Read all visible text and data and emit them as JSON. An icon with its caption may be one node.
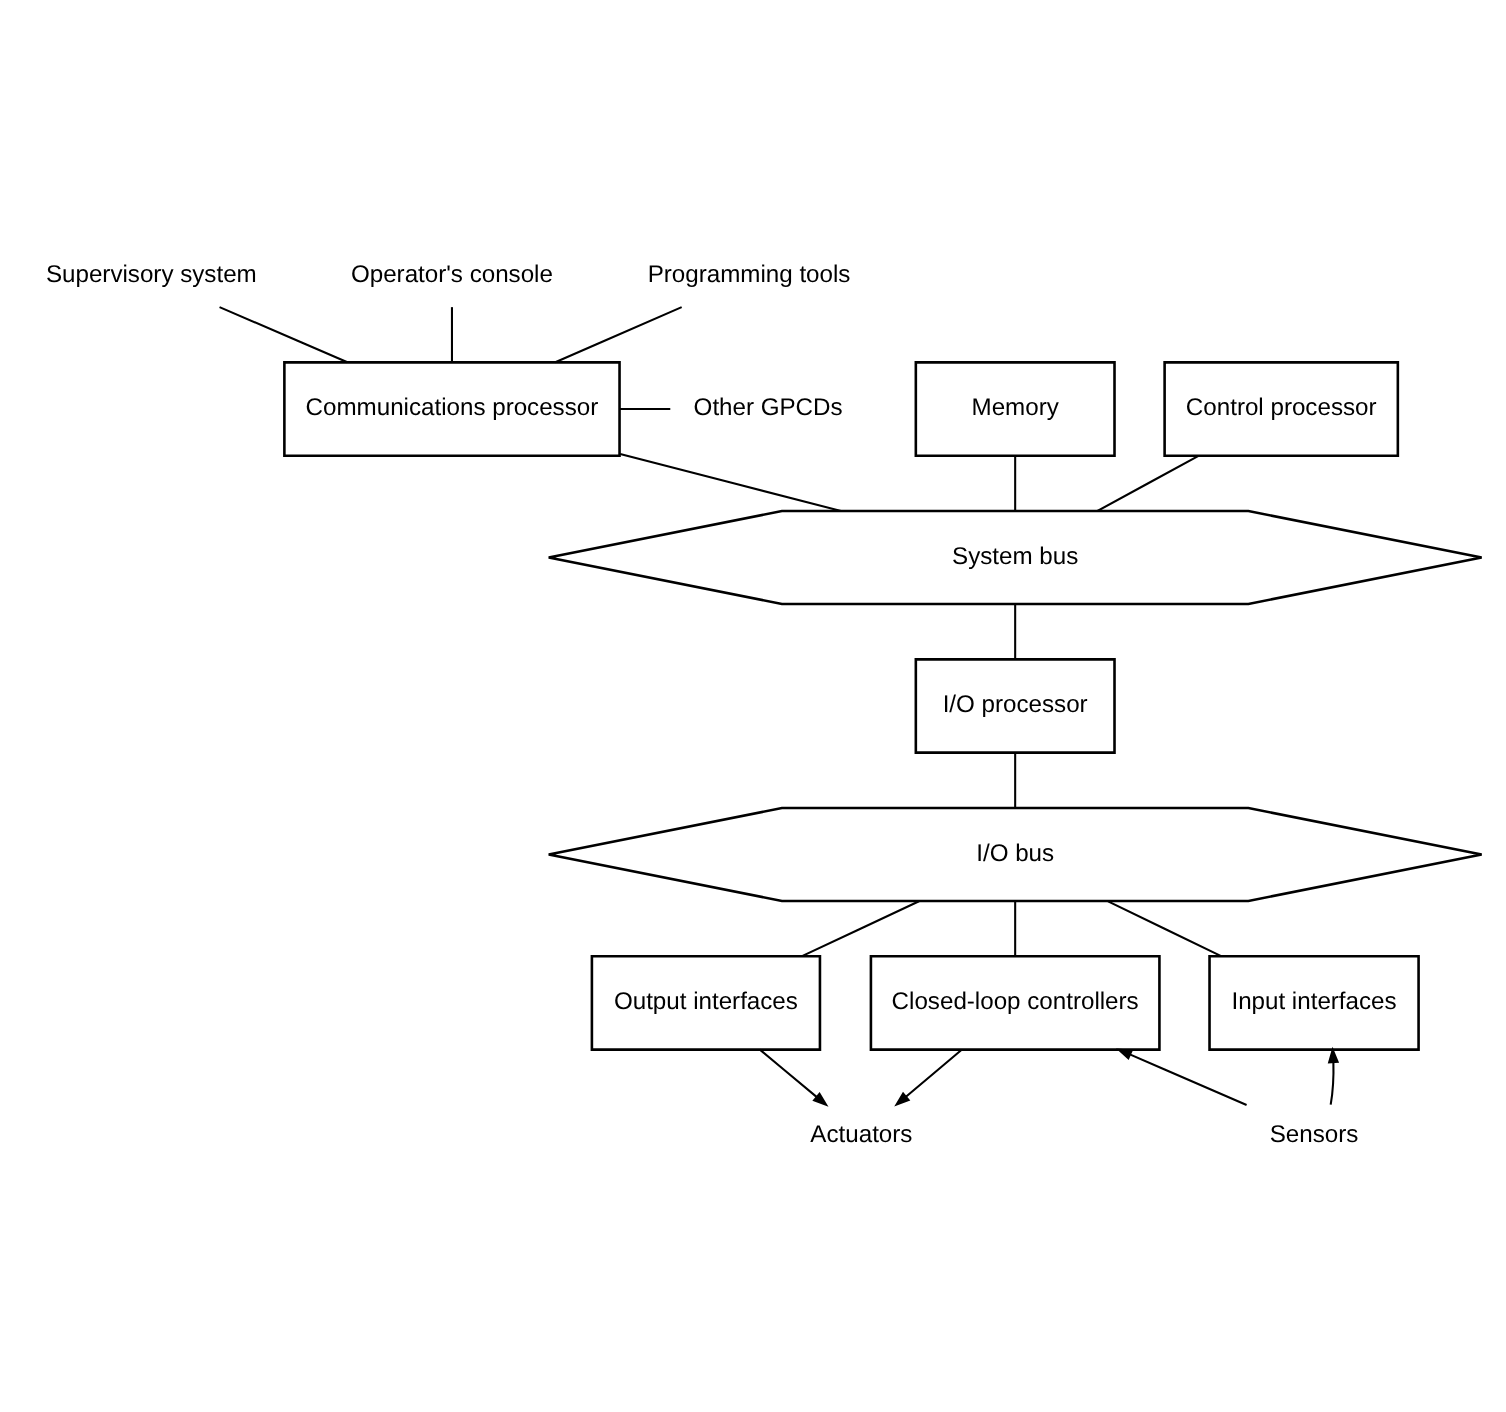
{
  "diagram": {
    "nodes": [
      {
        "text": [
          "Supervisory system"
        ]
      },
      {
        "text": [
          "Operator's console"
        ]
      },
      {
        "text": [
          "Programming tools"
        ]
      },
      {
        "text": [
          "Memory"
        ]
      },
      {
        "text": [
          "Control processor"
        ]
      },
      {
        "text": [
          "Communications processor"
        ]
      },
      {
        "text": [
          "Other GPCDs"
        ]
      },
      {
        "text": [
          "System bus"
        ]
      },
      {
        "text": [
          "I/O processor"
        ]
      },
      {
        "text": [
          "I/O bus"
        ]
      },
      {
        "text": [
          "Output interfaces"
        ]
      },
      {
        "text": [
          "Closed-loop controllers"
        ]
      },
      {
        "text": [
          "Input interfaces"
        ]
      },
      {
        "text": [
          "Actuators"
        ]
      },
      {
        "text": [
          "Sensors"
        ]
      }
    ],
    "edges": [
      {
        "from": 0,
        "to": 5,
        "arrow": "none"
      },
      {
        "from": 1,
        "to": 5,
        "arrow": "none"
      },
      {
        "from": 2,
        "to": 5,
        "arrow": "none"
      },
      {
        "from": 5,
        "to": 6,
        "arrow": "none"
      },
      {
        "from": 3,
        "to": 7,
        "arrow": "none"
      },
      {
        "from": 4,
        "to": 7,
        "arrow": "none"
      },
      {
        "from": 5,
        "to": 7,
        "arrow": "none"
      },
      {
        "from": 7,
        "to": 8,
        "arrow": "none"
      },
      {
        "from": 8,
        "to": 9,
        "arrow": "none"
      },
      {
        "from": 9,
        "to": 10,
        "arrow": "none"
      },
      {
        "from": 9,
        "to": 11,
        "arrow": "none"
      },
      {
        "from": 9,
        "to": 12,
        "arrow": "none"
      },
      {
        "from": 10,
        "to": 13,
        "arrow": "to"
      },
      {
        "from": 11,
        "to": 13,
        "arrow": "to"
      },
      {
        "from": 14,
        "to": 11,
        "arrow": "to"
      },
      {
        "from": 14,
        "to": 12,
        "arrow": "to"
      }
    ]
  }
}
